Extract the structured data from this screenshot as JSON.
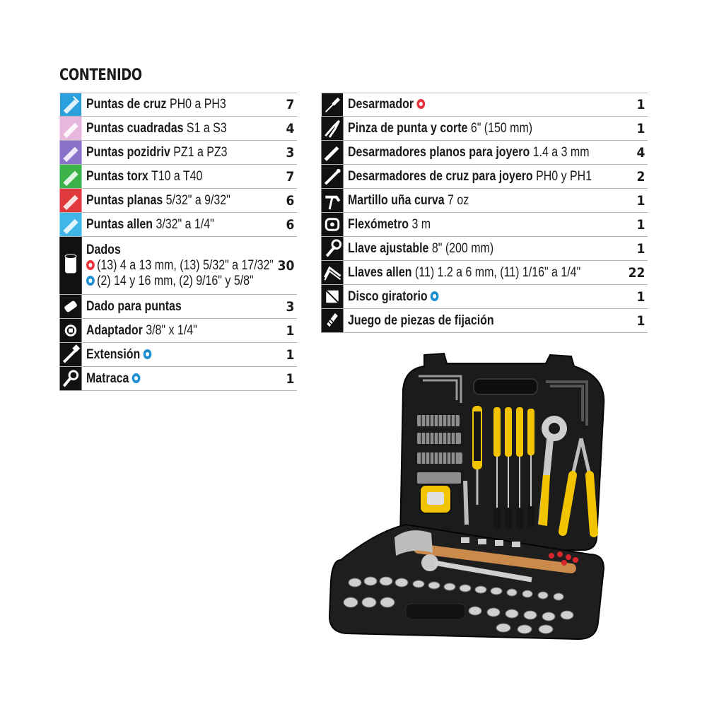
{
  "heading": "CONTENIDO",
  "colors": {
    "red_badge": "#e8323c",
    "blue_badge": "#1e8fd0"
  },
  "left_items": [
    {
      "icon": "phillips-bit-icon",
      "color": "#2aa0dc",
      "name": "Puntas de cruz",
      "spec": "PH0 a PH3",
      "qty": "7"
    },
    {
      "icon": "square-bit-icon",
      "color": "#e7b8dc",
      "name": "Puntas cuadradas",
      "spec": "S1 a S3",
      "qty": "4"
    },
    {
      "icon": "pozidriv-bit-icon",
      "color": "#8a72c8",
      "name": "Puntas pozidriv",
      "spec": "PZ1 a PZ3",
      "qty": "3"
    },
    {
      "icon": "torx-bit-icon",
      "color": "#3cb34a",
      "name": "Puntas torx",
      "spec": "T10 a T40",
      "qty": "7"
    },
    {
      "icon": "flat-bit-icon",
      "color": "#e03a3e",
      "name": "Puntas planas",
      "spec": "5/32\" a 9/32\"",
      "qty": "6"
    },
    {
      "icon": "allen-bit-icon",
      "color": "#3fb6e6",
      "name": "Puntas allen",
      "spec": "3/32\" a 1/4\"",
      "qty": "6"
    },
    {
      "icon": "socket-icon",
      "color": "#111111",
      "name": "Dados",
      "line2": "(13) 4 a 13 mm, (13) 5/32\" a 17/32\"",
      "line3": "(2) 14 y 16 mm, (2) 9/16\" y 5/8\"",
      "qty": "30"
    },
    {
      "icon": "bit-socket-icon",
      "color": "#111111",
      "name": "Dado para puntas",
      "spec": "",
      "qty": "3"
    },
    {
      "icon": "adapter-icon",
      "color": "#111111",
      "name": "Adaptador",
      "spec": "3/8\" x 1/4\"",
      "qty": "1"
    },
    {
      "icon": "extension-icon",
      "color": "#111111",
      "name": "Extensión",
      "spec": "",
      "qty": "1",
      "badge": "blue"
    },
    {
      "icon": "ratchet-icon",
      "color": "#111111",
      "name": "Matraca",
      "spec": "",
      "qty": "1",
      "badge": "blue"
    }
  ],
  "right_items": [
    {
      "icon": "screwdriver-icon",
      "name": "Desarmador",
      "spec": "",
      "qty": "1",
      "badge": "red"
    },
    {
      "icon": "pliers-icon",
      "name": "Pinza de punta y corte",
      "spec": "6\" (150 mm)",
      "qty": "1"
    },
    {
      "icon": "flat-precision-screwdriver-icon",
      "name": "Desarmadores planos para joyero",
      "spec": "1.4 a 3 mm",
      "qty": "4"
    },
    {
      "icon": "phillips-precision-screwdriver-icon",
      "name": "Desarmadores de cruz para joyero",
      "spec": "PH0 y PH1",
      "qty": "2"
    },
    {
      "icon": "hammer-icon",
      "name": "Martillo uña curva",
      "spec": "7 oz",
      "qty": "1"
    },
    {
      "icon": "tape-measure-icon",
      "name": "Flexómetro",
      "spec": "3 m",
      "qty": "1"
    },
    {
      "icon": "adjustable-wrench-icon",
      "name": "Llave ajustable",
      "spec": "8\" (200 mm)",
      "qty": "1"
    },
    {
      "icon": "allen-key-icon",
      "name": "Llaves allen",
      "spec": "(11) 1.2 a 6 mm, (11) 1/16\" a 1/4\"",
      "qty": "22"
    },
    {
      "icon": "rotary-disc-icon",
      "name": "Disco giratorio",
      "spec": "",
      "qty": "1",
      "badge": "blue"
    },
    {
      "icon": "fastener-icon",
      "name": "Juego de piezas de fijación",
      "spec": "",
      "qty": "1"
    }
  ]
}
